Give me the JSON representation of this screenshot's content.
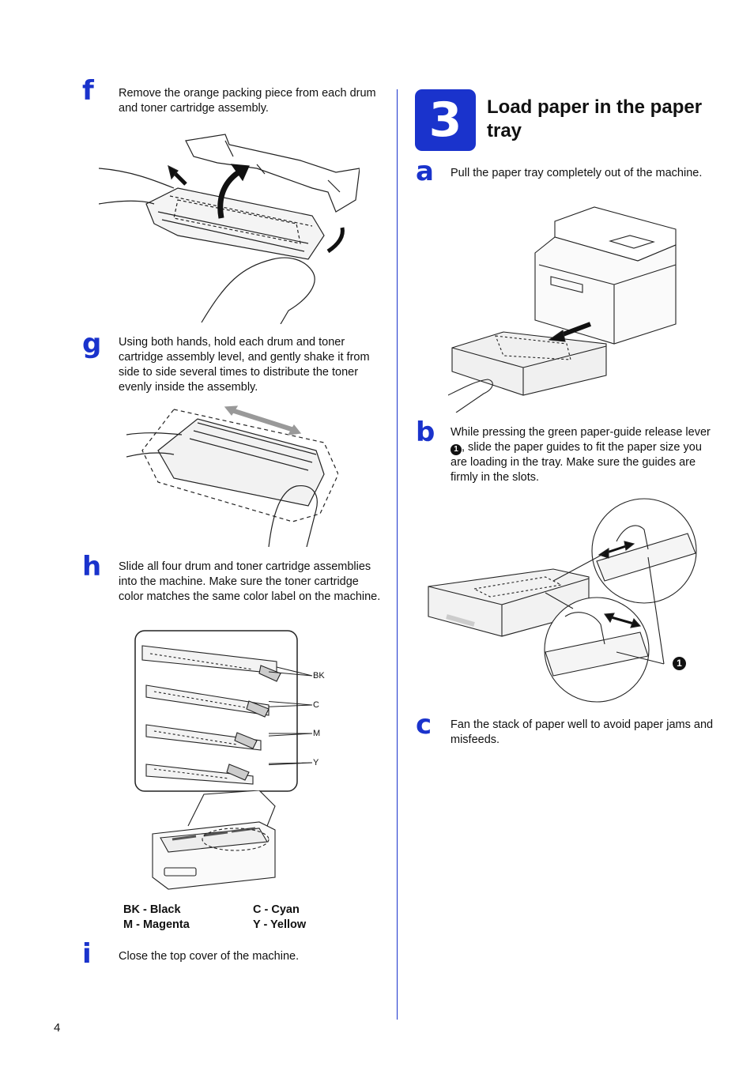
{
  "left": {
    "f": {
      "letter": "f",
      "text": "Remove the orange packing piece from each drum and toner cartridge assembly."
    },
    "g": {
      "letter": "g",
      "text": "Using both hands, hold each drum and toner cartridge assembly level, and gently shake it from side to side several times to distribute the toner evenly inside the assembly."
    },
    "h": {
      "letter": "h",
      "text": "Slide all four drum and toner cartridge assemblies into the machine. Make sure the toner cartridge color matches the same color label on the machine."
    },
    "labels": {
      "bk": "BK",
      "c": "C",
      "m": "M",
      "y": "Y"
    },
    "legend": {
      "bk": "BK - Black",
      "c": "C - Cyan",
      "m": "M - Magenta",
      "y": "Y - Yellow"
    },
    "i": {
      "letter": "i",
      "text": "Close the top cover of the machine."
    }
  },
  "right": {
    "section_number": "3",
    "section_title": "Load paper in the paper tray",
    "a": {
      "letter": "a",
      "text": "Pull the paper tray completely out of the machine."
    },
    "b": {
      "letter": "b",
      "text_before": "While pressing the green paper-guide release lever ",
      "callout": "1",
      "text_after": ", slide the paper guides to fit the paper size you are loading in the tray. Make sure the guides are firmly in the slots."
    },
    "b_callout": "1",
    "c": {
      "letter": "c",
      "text": "Fan the stack of paper well to avoid paper jams and misfeeds."
    }
  },
  "page_number": "4",
  "colors": {
    "accent": "#1a33cc",
    "text": "#111111"
  }
}
